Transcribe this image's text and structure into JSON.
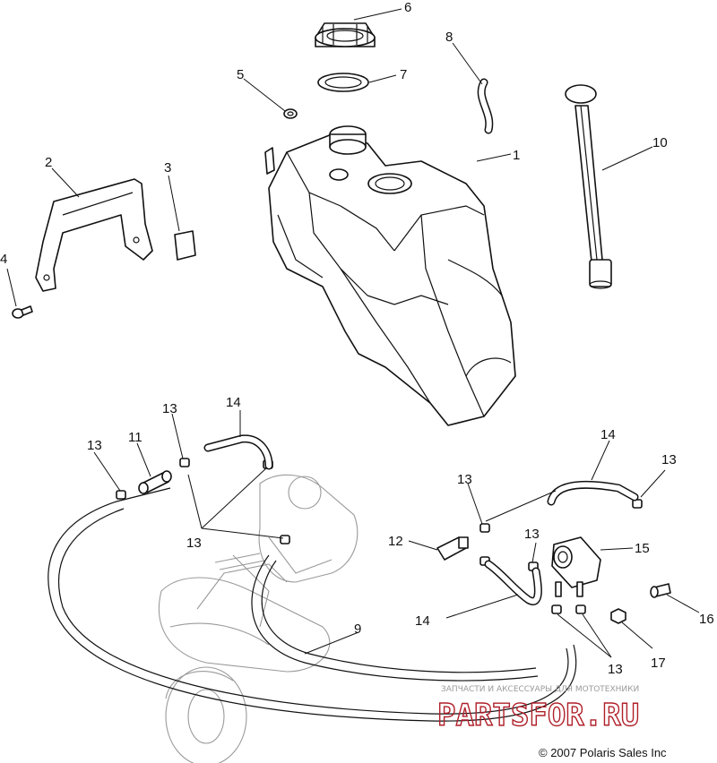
{
  "callouts": {
    "c1": "1",
    "c2": "2",
    "c3": "3",
    "c4": "4",
    "c5": "5",
    "c6": "6",
    "c7": "7",
    "c8": "8",
    "c9": "9",
    "c10": "10",
    "c11": "11",
    "c12": "12",
    "c13": "13",
    "c14": "14",
    "c15": "15",
    "c16": "16",
    "c17": "17"
  },
  "copyright": "© 2007  Polaris Sales Inc",
  "watermark": {
    "caption": "ЗАПЧАСТИ И АКСЕССУАРЫ ДЛЯ МОТОТЕХНИКИ",
    "logo": "PARTSFOR.RU"
  }
}
